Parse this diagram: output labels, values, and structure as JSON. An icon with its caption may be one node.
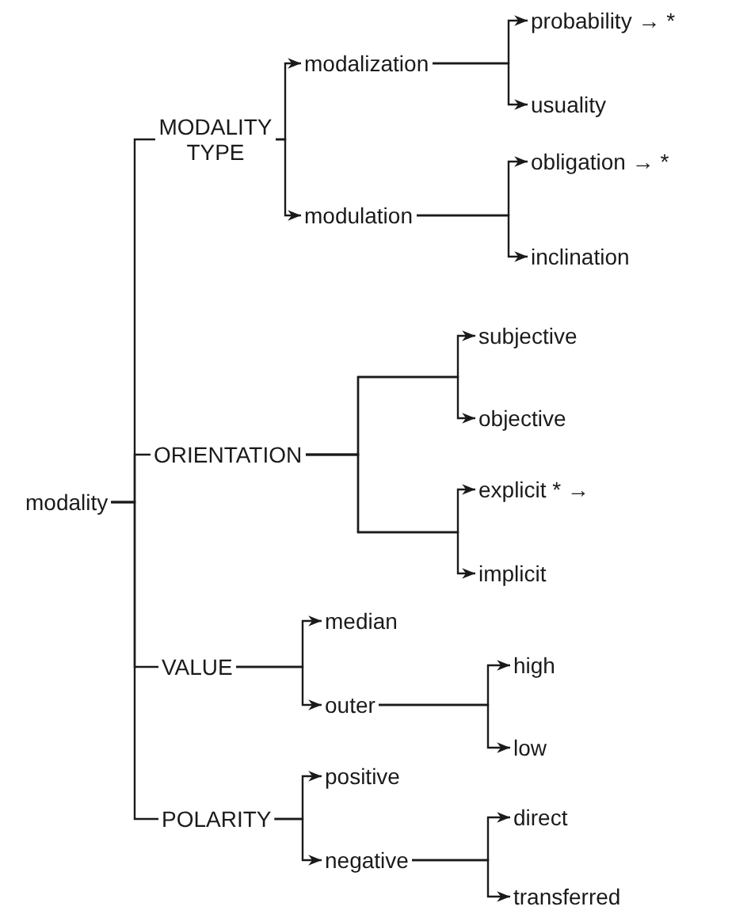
{
  "diagram": {
    "nodes": [
      {
        "text": [
          "modality"
        ]
      },
      {
        "text": [
          "MODALITY TYPE"
        ]
      },
      {
        "text": [
          "modalization"
        ]
      },
      {
        "text": [
          "probability → *"
        ]
      },
      {
        "text": [
          "usuality"
        ]
      },
      {
        "text": [
          "modulation"
        ]
      },
      {
        "text": [
          "obligation → *"
        ]
      },
      {
        "text": [
          "inclination"
        ]
      },
      {
        "text": [
          "ORIENTATION"
        ]
      },
      {
        "text": [
          "subjective"
        ]
      },
      {
        "text": [
          "objective"
        ]
      },
      {
        "text": [
          "explicit * →"
        ]
      },
      {
        "text": [
          "implicit"
        ]
      },
      {
        "text": [
          "VALUE"
        ]
      },
      {
        "text": [
          "median"
        ]
      },
      {
        "text": [
          "outer"
        ]
      },
      {
        "text": [
          "high"
        ]
      },
      {
        "text": [
          "low"
        ]
      },
      {
        "text": [
          "POLARITY"
        ]
      },
      {
        "text": [
          "positive"
        ]
      },
      {
        "text": [
          "negative"
        ]
      },
      {
        "text": [
          "direct"
        ]
      },
      {
        "text": [
          "transferred"
        ]
      }
    ],
    "edges": [
      {
        "from": 0,
        "to": 1,
        "arrow": "none"
      },
      {
        "from": 0,
        "to": 8,
        "arrow": "none"
      },
      {
        "from": 0,
        "to": 13,
        "arrow": "none"
      },
      {
        "from": 0,
        "to": 18,
        "arrow": "none"
      },
      {
        "from": 1,
        "to": 2,
        "arrow": "to"
      },
      {
        "from": 1,
        "to": 5,
        "arrow": "to"
      },
      {
        "from": 2,
        "to": 3,
        "arrow": "to"
      },
      {
        "from": 2,
        "to": 4,
        "arrow": "to"
      },
      {
        "from": 5,
        "to": 6,
        "arrow": "to"
      },
      {
        "from": 5,
        "to": 7,
        "arrow": "to"
      },
      {
        "from": 8,
        "to": 9,
        "arrow": "to"
      },
      {
        "from": 8,
        "to": 10,
        "arrow": "to"
      },
      {
        "from": 8,
        "to": 11,
        "arrow": "to"
      },
      {
        "from": 8,
        "to": 12,
        "arrow": "to"
      },
      {
        "from": 13,
        "to": 14,
        "arrow": "to"
      },
      {
        "from": 13,
        "to": 15,
        "arrow": "to"
      },
      {
        "from": 15,
        "to": 16,
        "arrow": "to"
      },
      {
        "from": 15,
        "to": 17,
        "arrow": "to"
      },
      {
        "from": 18,
        "to": 19,
        "arrow": "to"
      },
      {
        "from": 18,
        "to": 20,
        "arrow": "to"
      },
      {
        "from": 20,
        "to": 21,
        "arrow": "to"
      },
      {
        "from": 20,
        "to": 22,
        "arrow": "to"
      }
    ]
  }
}
